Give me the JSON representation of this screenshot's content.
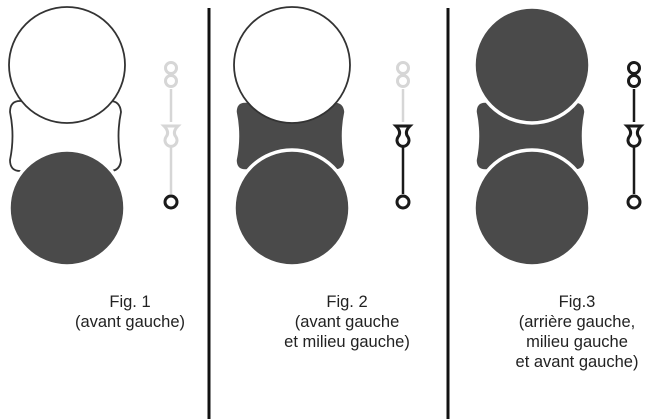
{
  "colors": {
    "filled": "#4a4a4a",
    "outline": "#333333",
    "empty": "#ffffff",
    "inactive_icon": "#d6d6d6",
    "active_icon": "#1a1a1a",
    "divider": "#111111"
  },
  "figures": [
    {
      "id": "fig-1",
      "caption_lines": [
        "Fig. 1",
        "(avant gauche)"
      ],
      "seats": {
        "rear": "empty",
        "middle": "empty",
        "front": "filled"
      },
      "icons": {
        "rear": "inactive",
        "middle": "inactive",
        "front": "active"
      }
    },
    {
      "id": "fig-2",
      "caption_lines": [
        "Fig. 2",
        "(avant gauche",
        "et milieu gauche)"
      ],
      "seats": {
        "rear": "empty",
        "middle": "filled",
        "front": "filled"
      },
      "icons": {
        "rear": "inactive",
        "middle": "active",
        "front": "active"
      }
    },
    {
      "id": "fig-3",
      "caption_lines": [
        "Fig.3",
        "(arrière gauche,",
        "milieu gauche",
        "et avant gauche)"
      ],
      "seats": {
        "rear": "filled",
        "middle": "filled",
        "front": "filled"
      },
      "icons": {
        "rear": "active",
        "middle": "active",
        "front": "active"
      }
    }
  ]
}
